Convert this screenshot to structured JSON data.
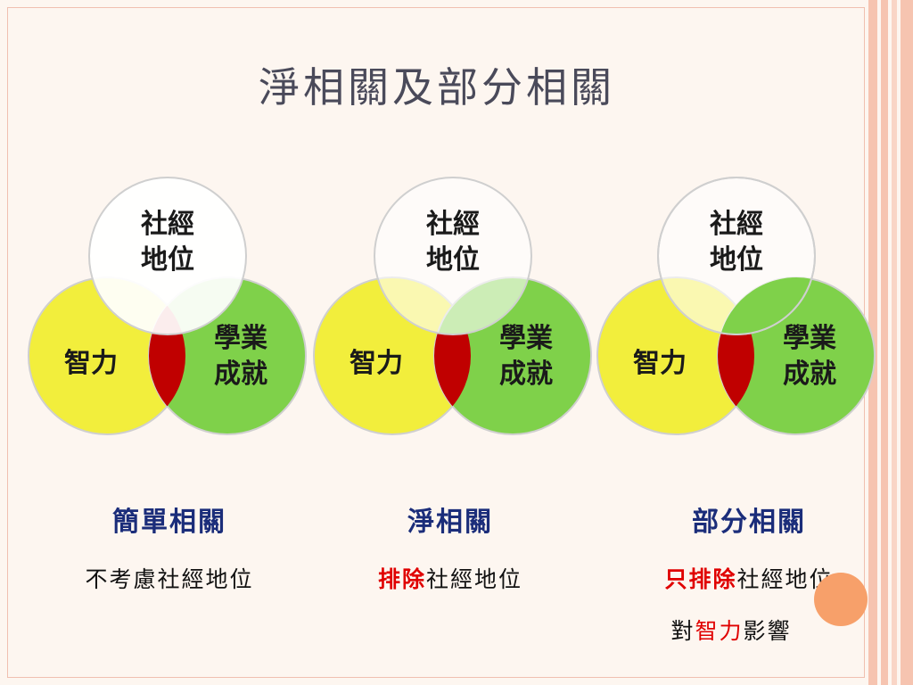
{
  "title": "淨相關及部分相關",
  "diagrams": [
    {
      "top_label_1": "社經",
      "top_label_2": "地位",
      "left_label": "智力",
      "right_label_1": "學業",
      "right_label_2": "成就"
    },
    {
      "top_label_1": "社經",
      "top_label_2": "地位",
      "left_label": "智力",
      "right_label_1": "學業",
      "right_label_2": "成就"
    },
    {
      "top_label_1": "社經",
      "top_label_2": "地位",
      "left_label": "智力",
      "right_label_1": "學業",
      "right_label_2": "成就"
    }
  ],
  "captions": [
    {
      "title": "簡單相關",
      "line1": "不考慮社經地位"
    },
    {
      "title": "淨相關",
      "line1_red": "排除",
      "line1_rest": "社經地位"
    },
    {
      "title": "部分相關",
      "line1_red": "只排除",
      "line1_rest": "社經地位",
      "line2_a": "對",
      "line2_red": "智力",
      "line2_b": "影響"
    }
  ],
  "colors": {
    "yellow": "#f2ee3c",
    "green": "#7fd14a",
    "red_overlap": "#c00000",
    "white_circle": "#ffffff",
    "title_text": "#4a4a5a",
    "caption_title": "#1b2d7a",
    "accent_red": "#e00000",
    "accent_orange": "#f7a06a"
  }
}
